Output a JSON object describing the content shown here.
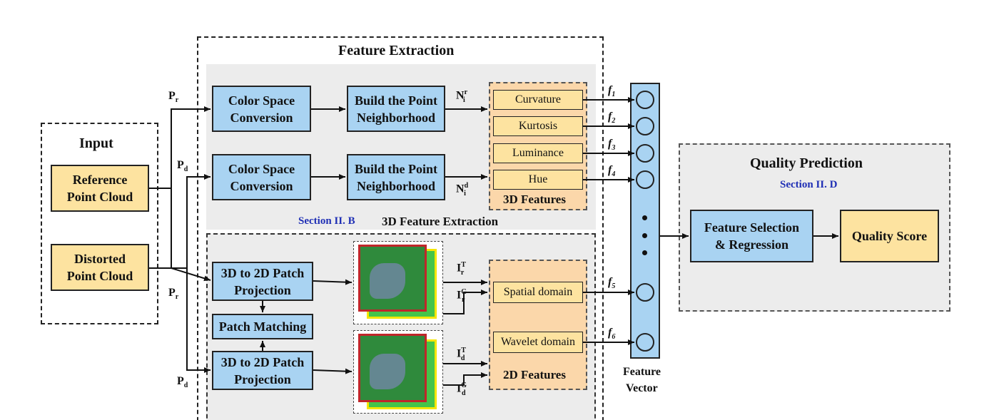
{
  "input": {
    "title": "Input",
    "reference_line1": "Reference",
    "reference_line2": "Point Cloud",
    "distorted_line1": "Distorted",
    "distorted_line2": "Point Cloud"
  },
  "feature_extraction": {
    "title": "Feature Extraction",
    "color_space_1": "Color Space\nConversion",
    "color_space_2": "Color Space\nConversion",
    "build_point_1": "Build the Point\nNeighborhood",
    "build_point_2": "Build the Point\nNeighborhood",
    "section_3d_tag": "Section II. B",
    "section_3d_title": "3D Feature Extraction",
    "projection_1": "3D to 2D Patch\nProjection",
    "projection_2": "3D to 2D Patch\nProjection",
    "patch_matching": "Patch Matching",
    "features_3d": {
      "items": [
        "Curvature",
        "Kurtosis",
        "Luminance",
        "Hue"
      ],
      "label": "3D Features"
    },
    "features_2d": {
      "items": [
        "Spatial domain",
        "Wavelet domain"
      ],
      "label": "2D Features"
    }
  },
  "symbols": {
    "pr_base": "P",
    "pr_sub": "r",
    "pd_base": "P",
    "pd_sub": "d",
    "n_base": "N",
    "n_r_sub": "i",
    "n_r_sup": "r",
    "n_d_sub": "i",
    "n_d_sup": "d",
    "i_base": "I",
    "t_sup": "T",
    "g_sup": "G",
    "r_sub": "r",
    "d_sub": "d",
    "f_base": "f",
    "f_subs": [
      "1",
      "2",
      "3",
      "4",
      "5",
      "6"
    ]
  },
  "feature_vector": {
    "line1": "Feature",
    "line2": "Vector"
  },
  "quality_prediction": {
    "title": "Quality Prediction",
    "section_tag": "Section II. D",
    "selection_line1": "Feature Selection",
    "selection_line2": "& Regression",
    "score": "Quality Score"
  },
  "colors": {
    "yellow_box": "#fde3a0",
    "blue_box": "#a9d3f2",
    "feature_group": "#fbd7aa",
    "panel_gray": "#ececec",
    "section_blue": "#1f2fb5"
  }
}
